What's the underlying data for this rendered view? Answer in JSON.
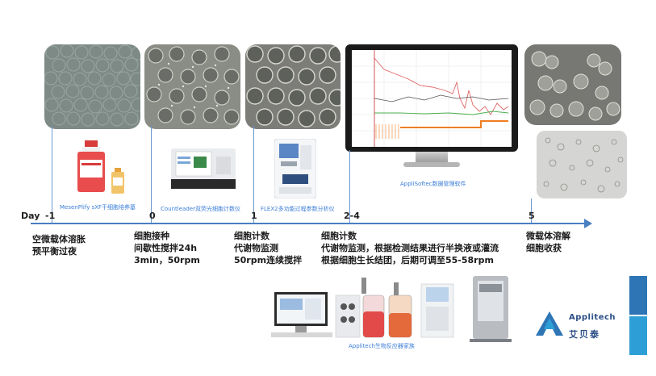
{
  "timeline": {
    "day_prefix": "Day",
    "days": [
      {
        "label": "-1"
      },
      {
        "label": "0"
      },
      {
        "label": "1"
      },
      {
        "label": "2-4"
      },
      {
        "label": "5"
      }
    ]
  },
  "captions": {
    "medium": "MesenPlify sXF干细胞培养基",
    "counter": "Countleader双荧光细胞计数仪",
    "analyzer": "FLEX2多功能过程参数分析仪",
    "software": "AppliSoftec数据管理软件",
    "bioreactor": "Applitech生物反应器家族"
  },
  "steps": {
    "day_minus1": [
      "空微载体溶胀",
      "预平衡过夜"
    ],
    "day_0": [
      "细胞接种",
      "间歇性搅拌24h",
      "3min，50rpm"
    ],
    "day_1": [
      "细胞计数",
      "代谢物监测",
      "50rpm连续搅拌"
    ],
    "day_2_4": [
      "细胞计数",
      "代谢物监测，根据检测结果进行半换液或灌流",
      "根据细胞生长结团，后期可调至55-58rpm"
    ],
    "day_5": [
      "微载体溶解",
      "细胞收获"
    ]
  },
  "brand": {
    "name_en": "Applitech",
    "name_cn": "艾贝泰",
    "colors": {
      "primary": "#2e75b6",
      "secondary": "#2e9fd6",
      "text": "#2b4e86"
    }
  },
  "colors": {
    "axis": "#4a7fc1",
    "caption": "#3b7dd8"
  }
}
